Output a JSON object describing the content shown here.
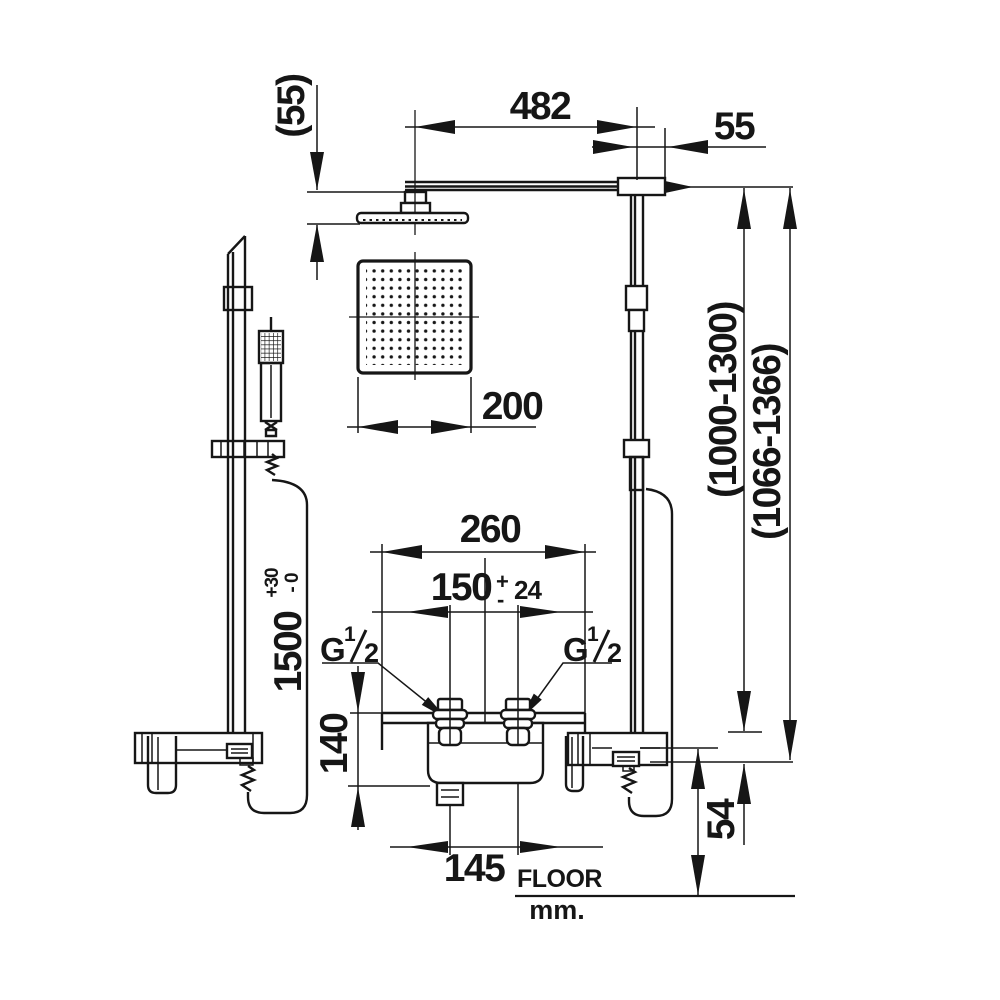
{
  "drawing": {
    "floor_label": "FLOOR",
    "units_label": "mm.",
    "dimensions": {
      "head_to_arm_drop": "(55)",
      "arm_length": "482",
      "wall_offset": "55",
      "riser_height_range": "(1000-1300)",
      "overall_height_range": "(1066-1366)",
      "head_width": "200",
      "valve_trim_width": "260",
      "inlet_spacing": {
        "value": "150",
        "tol_plus_sign": "+",
        "tol_minus_sign": "-",
        "tolerance": "24"
      },
      "valve_body_height": "140",
      "valve_bottom_width": "145",
      "outlet_height": "54",
      "hose_length": {
        "value": "1500",
        "tol_plus": "+30",
        "tol_minus": "- 0"
      },
      "inlet_thread": {
        "letter": "G",
        "numerator": "1",
        "denominator": "2"
      }
    }
  }
}
